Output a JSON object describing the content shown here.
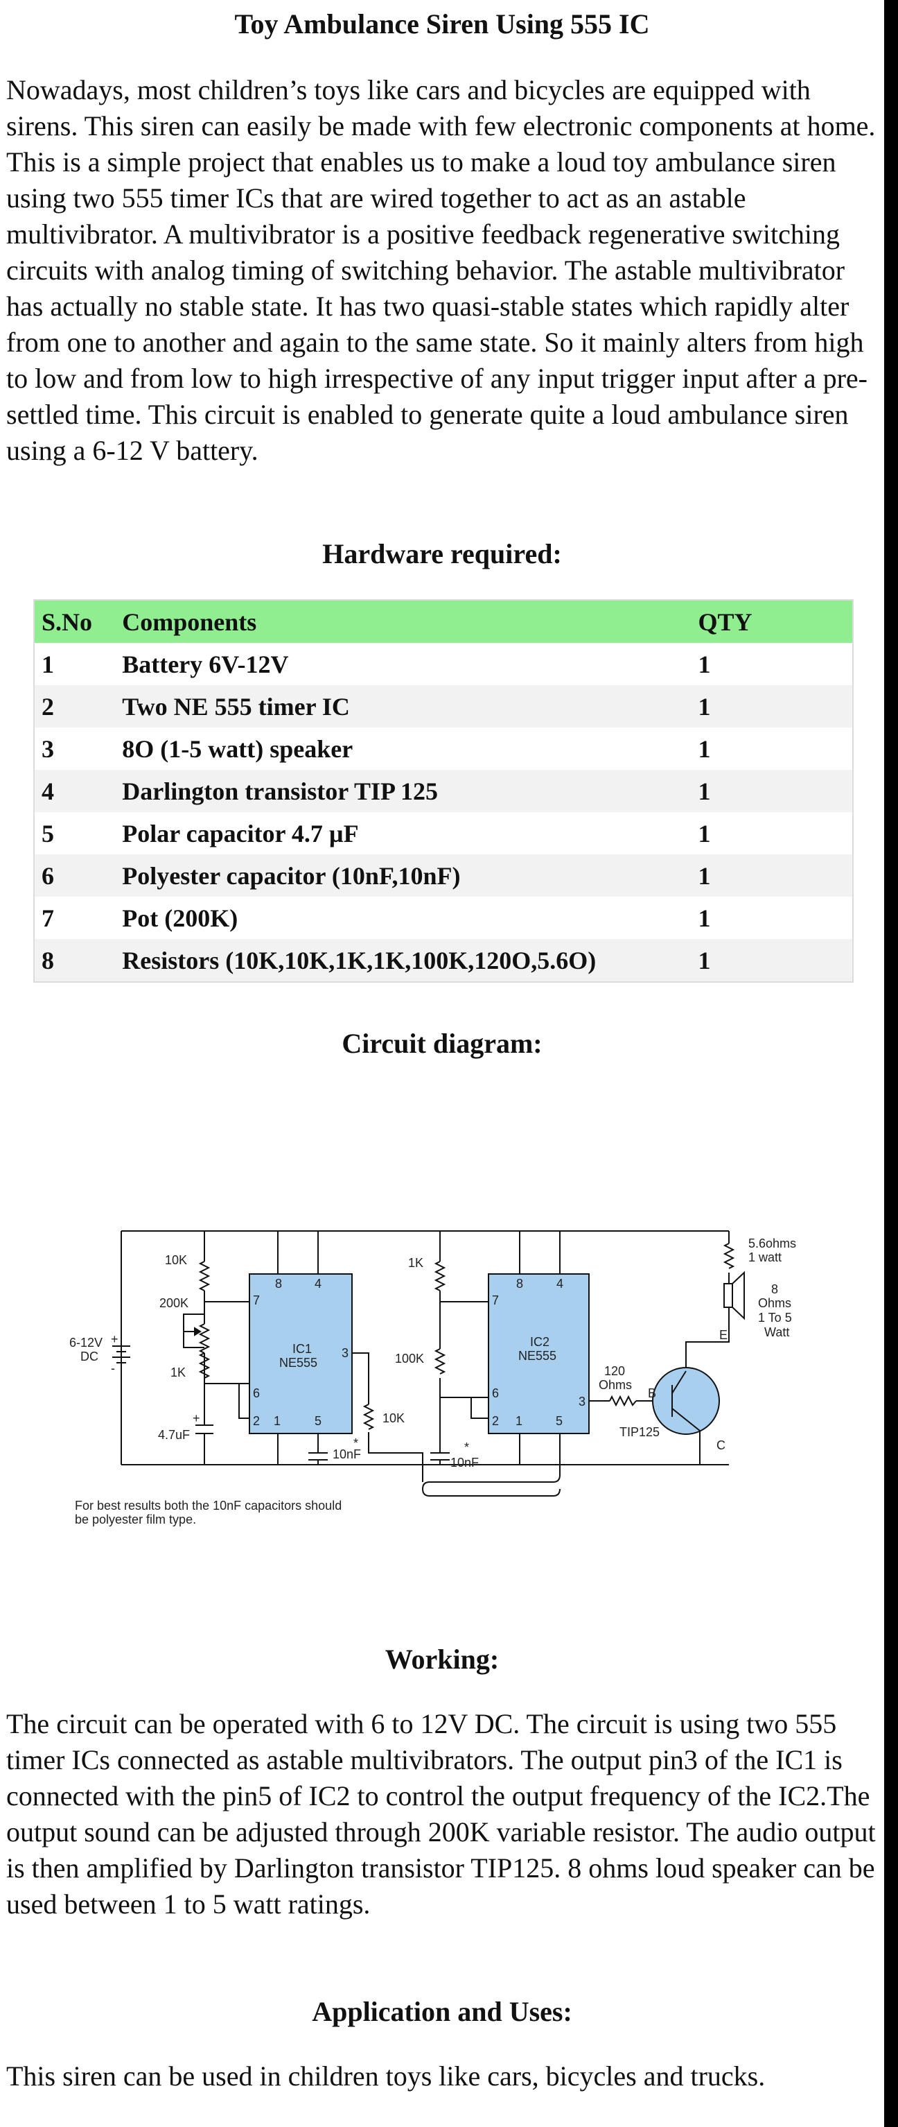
{
  "title": "Toy Ambulance Siren Using 555 IC",
  "intro": "Nowadays, most children’s toys like cars and bicycles are equipped with sirens. This siren can easily be made with few electronic components at home. This is a simple project that enables us to make a loud toy ambulance siren using two 555 timer ICs that are wired together to act as an astable multivibrator. A multivibrator is a positive feedback regenerative switching circuits with analog timing of switching behavior. The astable multivibrator has actually no stable state. It has two quasi-stable states which rapidly alter from one to another and again to the same state. So it mainly alters from high to low and from low to high irrespective of any input trigger input after a pre-settled time. This circuit is enabled to generate quite a loud ambulance siren using a 6-12 V battery.",
  "hardware": {
    "heading": "Hardware required:",
    "columns": [
      "S.No",
      "Components",
      "QTY"
    ],
    "rows": [
      [
        "1",
        "Battery 6V-12V",
        "1"
      ],
      [
        "2",
        "Two NE 555 timer IC",
        "1"
      ],
      [
        "3",
        "8O (1-5 watt) speaker",
        "1"
      ],
      [
        "4",
        "Darlington transistor TIP 125",
        "1"
      ],
      [
        "5",
        "Polar capacitor 4.7 µF",
        "1"
      ],
      [
        "6",
        "Polyester capacitor (10nF,10nF)",
        "1"
      ],
      [
        "7",
        "Pot (200K)",
        "1"
      ],
      [
        "8",
        "Resistors (10K,10K,1K,1K,100K,120O,5.6O)",
        "1"
      ]
    ]
  },
  "circuit": {
    "heading": "Circuit diagram:",
    "supply": [
      "6-12V",
      "DC"
    ],
    "resistors": [
      "10K",
      "200K",
      "1K",
      "1K",
      "100K",
      "10K"
    ],
    "capacitors": [
      "4.7uF",
      "10nF",
      "10nF"
    ],
    "capacitor_marks": [
      "+",
      "*",
      "*"
    ],
    "ic1": [
      "IC1",
      "NE555"
    ],
    "ic2": [
      "IC2",
      "NE555"
    ],
    "pins": [
      "8",
      "4",
      "7",
      "6",
      "2",
      "1",
      "5",
      "3"
    ],
    "base_resistor": [
      "120",
      "Ohms"
    ],
    "transistor": "TIP125",
    "transistor_pins": [
      "B",
      "E",
      "C"
    ],
    "speaker_resistor": [
      "5.6ohms",
      "1 watt"
    ],
    "speaker": [
      "8",
      "Ohms",
      "1 To 5",
      "Watt"
    ],
    "battery_marks": [
      "+",
      "-"
    ],
    "note": [
      "For best results both the 10nF capacitors should",
      "be polyester film type."
    ]
  },
  "working": {
    "heading": "Working:",
    "text": "The circuit can be operated with 6 to 12V DC. The circuit is using two 555 timer ICs connected as astable multivibrators. The output pin3 of the IC1 is connected with the pin5 of IC2 to control the output frequency of the IC2.The output sound can be adjusted through 200K variable resistor. The audio output is then amplified by Darlington transistor TIP125. 8 ohms loud speaker can be used between 1 to 5 watt ratings."
  },
  "applications": {
    "heading": "Application and Uses:",
    "text": "This siren can be used in children toys like cars, bicycles and trucks."
  },
  "colors": {
    "table_header": "#90ee90",
    "table_stripe": "#f2f2f2",
    "ic_fill": "#a9cfef",
    "transistor_fill": "#a9cfef"
  }
}
